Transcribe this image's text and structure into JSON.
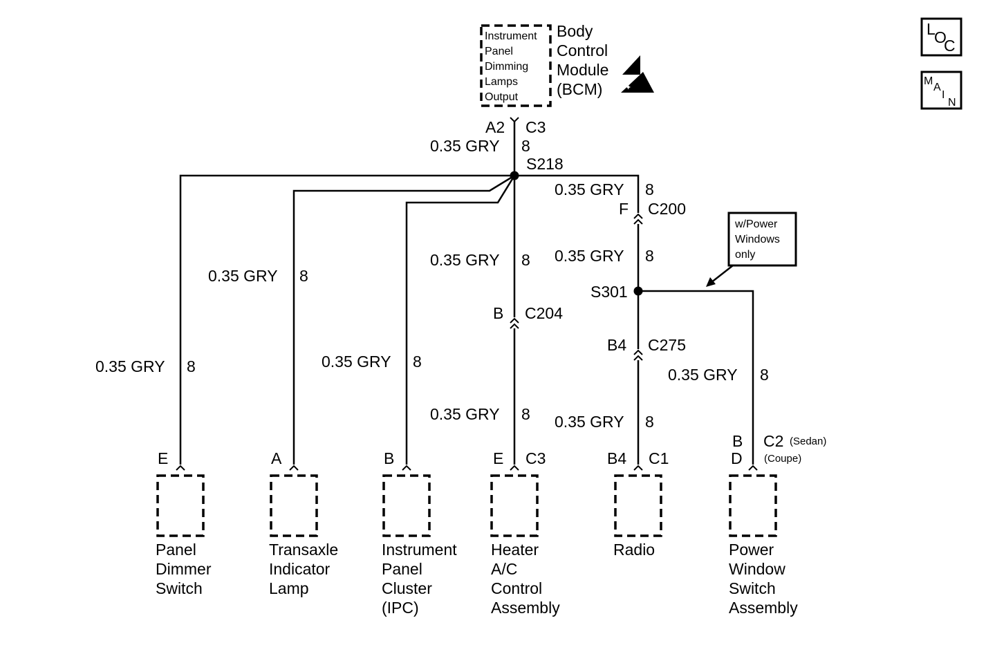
{
  "bcm": {
    "inner_label": [
      "Instrument",
      "Panel",
      "Dimming",
      "Lamps",
      "Output"
    ],
    "name": [
      "Body",
      "Control",
      "Module",
      "(BCM)"
    ],
    "pin": "A2",
    "connector": "C3"
  },
  "nav": {
    "loc": [
      "L",
      "O",
      "C"
    ],
    "main": [
      "M",
      "A",
      "I",
      "N"
    ]
  },
  "wire": {
    "size_color": "0.35 GRY",
    "circuit": "8"
  },
  "splices": {
    "s218": "S218",
    "s301": "S301"
  },
  "inline_connectors": {
    "c200": {
      "pin": "F",
      "name": "C200"
    },
    "c204": {
      "pin": "B",
      "name": "C204"
    },
    "c275": {
      "pin": "B4",
      "name": "C275"
    }
  },
  "note": [
    "w/Power",
    "Windows",
    "only"
  ],
  "components": [
    {
      "pin": "E",
      "connector": "",
      "name": [
        "Panel",
        "Dimmer",
        "Switch"
      ]
    },
    {
      "pin": "A",
      "connector": "",
      "name": [
        "Transaxle",
        "Indicator",
        "Lamp"
      ]
    },
    {
      "pin": "B",
      "connector": "",
      "name": [
        "Instrument",
        "Panel",
        "Cluster",
        "(IPC)"
      ]
    },
    {
      "pin": "E",
      "connector": "C3",
      "name": [
        "Heater",
        "A/C",
        "Control",
        "Assembly"
      ]
    },
    {
      "pin": "B4",
      "connector": "C1",
      "name": [
        "Radio"
      ]
    },
    {
      "pin": "B",
      "pin_alt": "D",
      "connector": "C2",
      "connector_note": "(Sedan)",
      "connector_note_alt": "(Coupe)",
      "name": [
        "Power",
        "Window",
        "Switch",
        "Assembly"
      ]
    }
  ]
}
